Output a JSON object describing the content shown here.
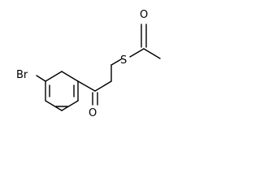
{
  "molecule": {
    "atoms": {
      "bromine": "Br",
      "ketone_oxygen": "O",
      "sulfur": "S",
      "acetyl_oxygen": "O"
    }
  }
}
